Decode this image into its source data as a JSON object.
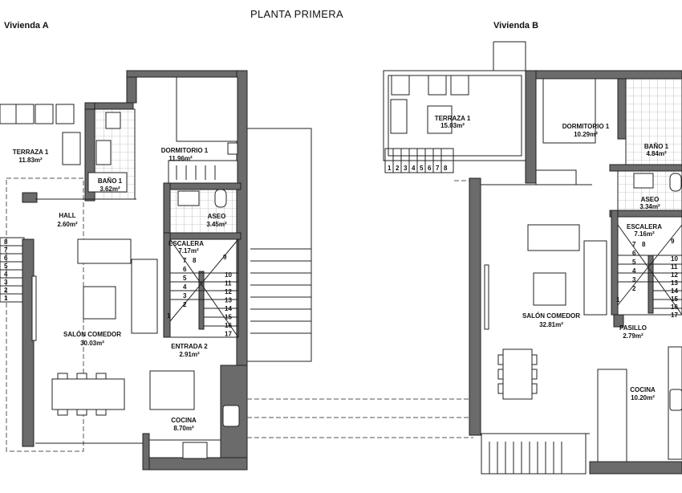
{
  "title": "PLANTA PRIMERA",
  "vivienda_a": {
    "label": "Vivienda A",
    "rooms": {
      "terraza": {
        "name": "TERRAZA 1",
        "area": "11.83m²"
      },
      "dormitorio": {
        "name": "DORMITORIO 1",
        "area": "11.96m²"
      },
      "bano": {
        "name": "BAÑO 1",
        "area": "3.62m²"
      },
      "aseo": {
        "name": "ASEO",
        "area": "3.45m²"
      },
      "hall": {
        "name": "HALL",
        "area": "2.60m²"
      },
      "escalera": {
        "name": "ESCALERA",
        "area": "7.17m²"
      },
      "salon": {
        "name": "SALÓN COMEDOR",
        "area": "30.03m²"
      },
      "entrada": {
        "name": "ENTRADA 2",
        "area": "2.91m²"
      },
      "cocina": {
        "name": "COCINA",
        "area": "8.70m²"
      }
    },
    "outdoor_stair_steps": [
      "1",
      "2",
      "3",
      "4",
      "5",
      "6",
      "7",
      "8"
    ],
    "stair_left_steps": [
      "1",
      "2",
      "3",
      "4",
      "5",
      "6",
      "7",
      "8"
    ],
    "stair_right_steps": [
      "9",
      "10",
      "11",
      "12",
      "13",
      "14",
      "15",
      "16",
      "17"
    ]
  },
  "vivienda_b": {
    "label": "Vivienda B",
    "rooms": {
      "terraza": {
        "name": "TERRAZA 1",
        "area": "15.03m²"
      },
      "dormitorio": {
        "name": "DORMITORIO 1",
        "area": "10.29m²"
      },
      "bano": {
        "name": "BAÑO 1",
        "area": "4.84m²"
      },
      "aseo": {
        "name": "ASEO",
        "area": "3.34m²"
      },
      "escalera": {
        "name": "ESCALERA",
        "area": "7.16m²"
      },
      "salon": {
        "name": "SALÓN COMEDOR",
        "area": "32.81m²"
      },
      "pasillo": {
        "name": "PASILLO",
        "area": "2.79m²"
      },
      "cocina": {
        "name": "COCINA",
        "area": "10.20m²"
      }
    },
    "outdoor_stair_steps": [
      "1",
      "2",
      "3",
      "4",
      "5",
      "6",
      "7",
      "8"
    ],
    "stair_left_steps": [
      "1",
      "2",
      "3",
      "4",
      "5",
      "6",
      "7",
      "8"
    ],
    "stair_right_steps": [
      "9",
      "10",
      "11",
      "12",
      "13",
      "14",
      "15",
      "16",
      "17"
    ]
  },
  "colors": {
    "wall": "#6b6b6b",
    "line": "#222222"
  }
}
